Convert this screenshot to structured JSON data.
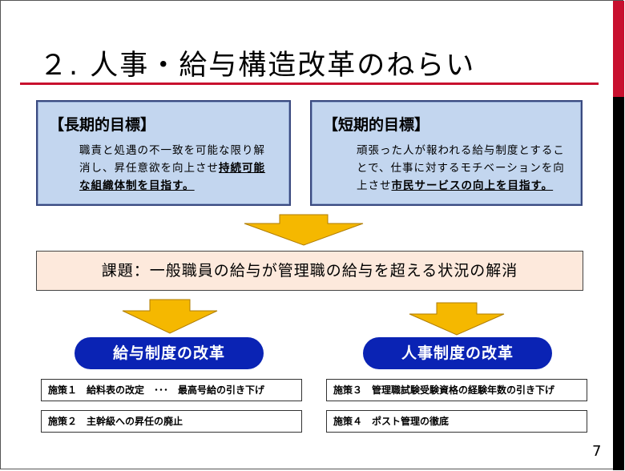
{
  "title": "２. 人事・給与構造改革のねらい",
  "long_term": {
    "heading": "【長期的目標】",
    "line1": "職責と処遇の不一致を可能な限り解",
    "line2_plain": "消し、昇任意欲を向上させ",
    "line2_em": "持続可能",
    "line3_em": "な組織体制を目指す。"
  },
  "short_term": {
    "heading": "【短期的目標】",
    "line1": "頑張った人が報われる給与制度とするこ",
    "line2": "とで、仕事に対するモチベーションを向",
    "line3_plain": "上させ",
    "line3_em": "市民サービスの向上を目指す。"
  },
  "issue": "課題：一般職員の給与が管理職の給与を超える状況の解消",
  "salary_reform": {
    "label": "給与制度の改革",
    "measures": [
      "施策１　給料表の改定　･･･　最高号給の引き下げ",
      "施策２　主幹級への昇任の廃止"
    ]
  },
  "personnel_reform": {
    "label": "人事制度の改革",
    "measures": [
      "施策３　管理職試験受験資格の経験年数の引き下げ",
      "施策４　ポスト管理の徹底"
    ]
  },
  "page_number": "7",
  "colors": {
    "accent_red": "#c8102e",
    "goal_box": "#c3d6ef",
    "issue_box": "#fde9dc",
    "pill": "#0a23b4",
    "arrow": "#f5b800"
  }
}
